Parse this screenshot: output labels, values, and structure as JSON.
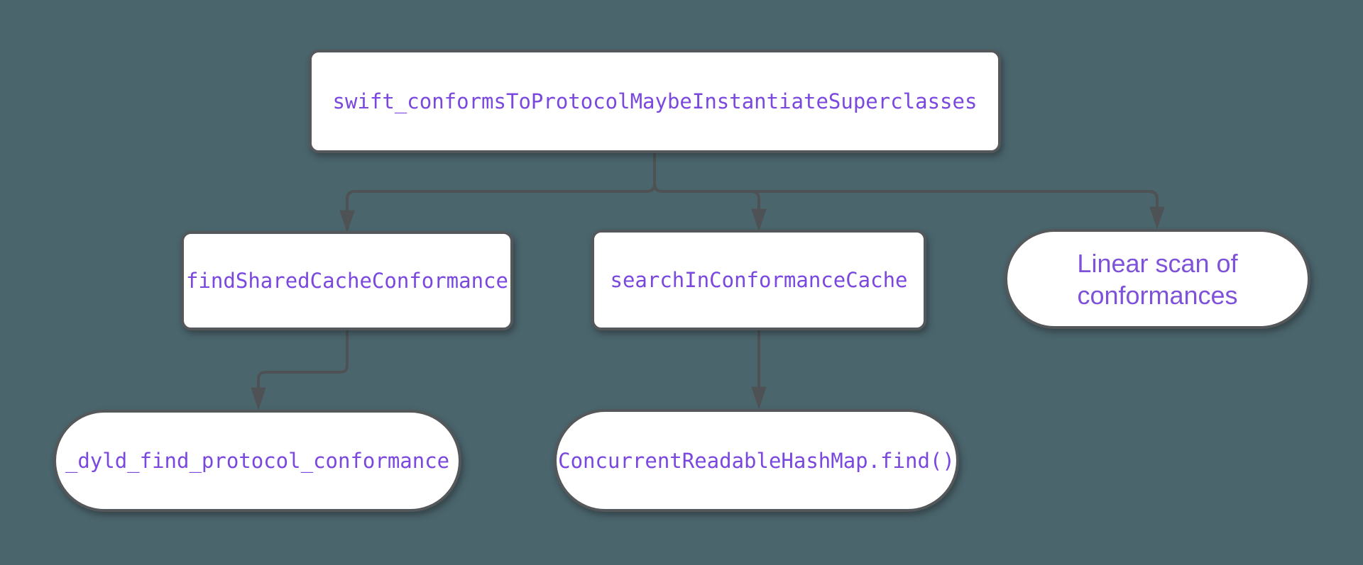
{
  "diagram": {
    "type": "flowchart",
    "direction": "top-down",
    "colors": {
      "background": "#4B656D",
      "node_fill": "#FFFFFF",
      "node_border": "#54585A",
      "edge_stroke": "#4E5254",
      "label_mono": "#7A48DF",
      "label_sans": "#7E52D9"
    },
    "nodes": [
      {
        "id": "root",
        "shape": "rectangle",
        "font": "monospace",
        "label": "swift_conformsToProtocolMaybeInstantiateSuperclasses"
      },
      {
        "id": "findshared",
        "shape": "rectangle",
        "font": "monospace",
        "label": "findSharedCacheConformance"
      },
      {
        "id": "searchin",
        "shape": "rectangle",
        "font": "monospace",
        "label": "searchInConformanceCache"
      },
      {
        "id": "linearscan",
        "shape": "stadium",
        "font": "sans",
        "label": "Linear scan of conformances",
        "lines": [
          "Linear scan of",
          "conformances"
        ]
      },
      {
        "id": "dyldfind",
        "shape": "stadium",
        "font": "monospace",
        "label": "_dyld_find_protocol_conformance"
      },
      {
        "id": "hashmapfind",
        "shape": "stadium",
        "font": "monospace",
        "label": "ConcurrentReadableHashMap.find()"
      }
    ],
    "edges": [
      {
        "from": "root",
        "to": "findshared",
        "arrow": "down"
      },
      {
        "from": "root",
        "to": "searchin",
        "arrow": "down"
      },
      {
        "from": "root",
        "to": "linearscan",
        "arrow": "down"
      },
      {
        "from": "findshared",
        "to": "dyldfind",
        "arrow": "down"
      },
      {
        "from": "searchin",
        "to": "hashmapfind",
        "arrow": "down"
      }
    ]
  }
}
